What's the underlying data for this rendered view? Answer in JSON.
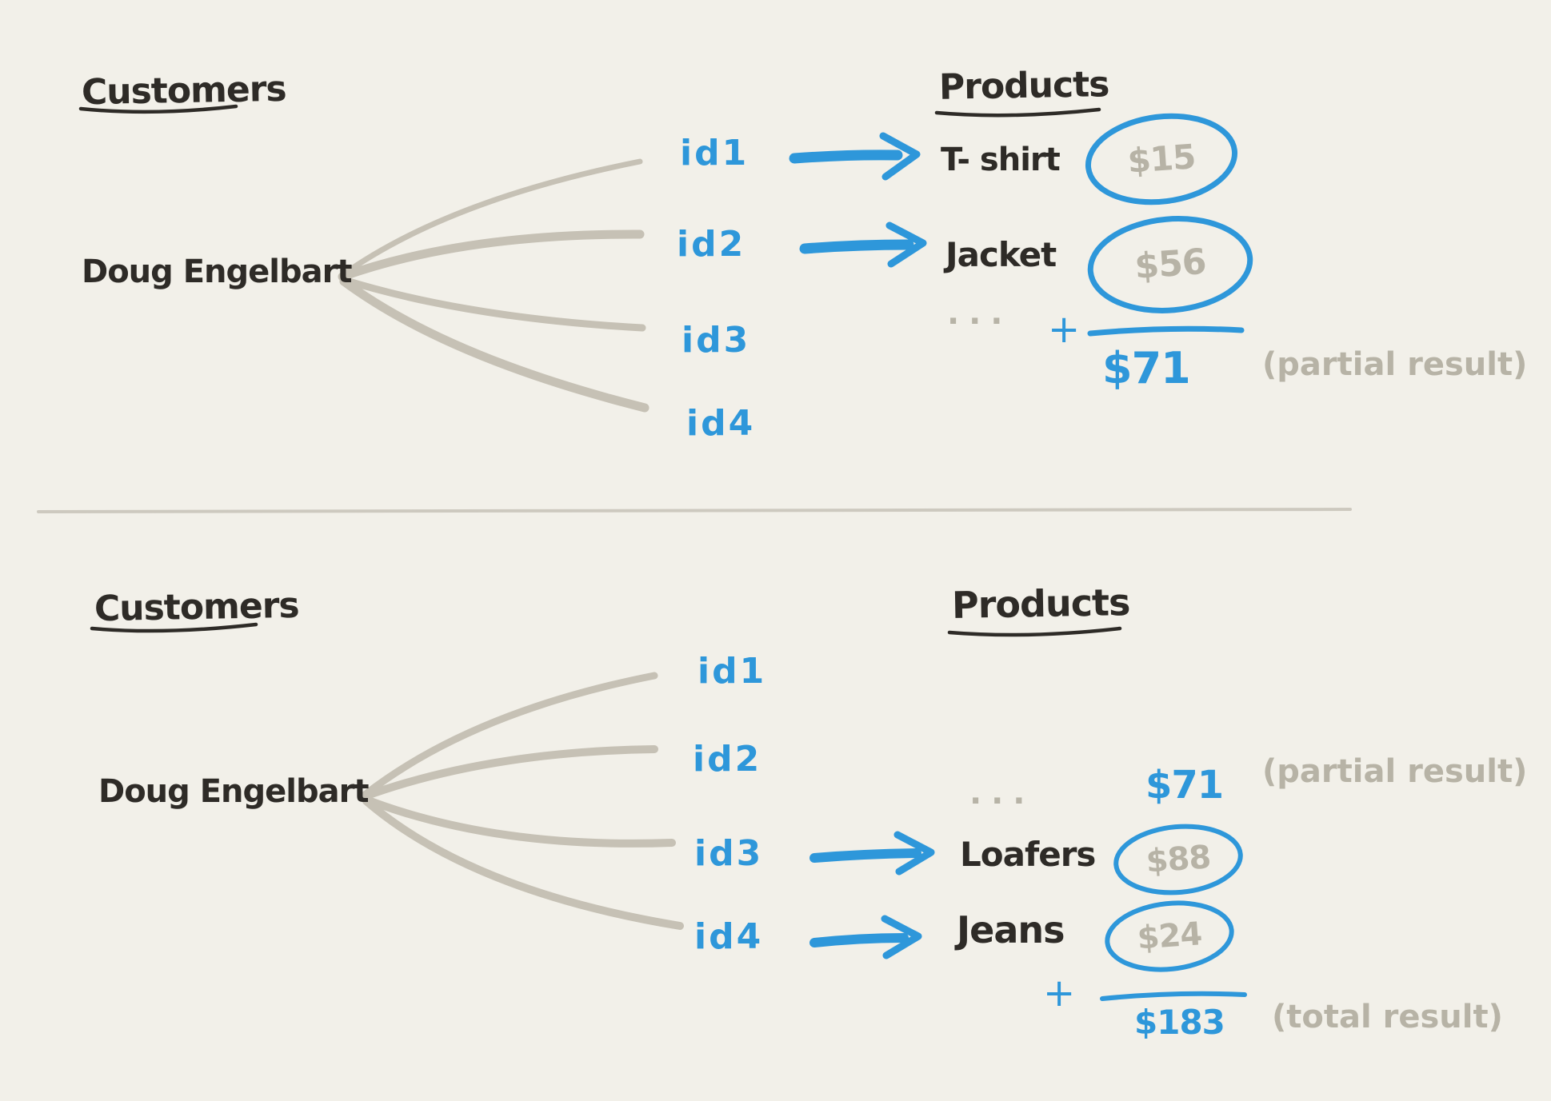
{
  "colors": {
    "background": "#f2f0e9",
    "ink": "#2e2b27",
    "accent_blue": "#2e97da",
    "muted_gray": "#b7b3a6",
    "branch_gray": "#c6c1b5"
  },
  "top_section": {
    "customers_heading": "Customers",
    "customer_name": "Doug Engelbart",
    "products_heading": "Products",
    "ids": [
      "id1",
      "id2",
      "id3",
      "id4"
    ],
    "mapped_products": [
      {
        "name": "T- shirt",
        "price": "$15"
      },
      {
        "name": "Jacket",
        "price": "$56"
      }
    ],
    "ellipsis": "· · ·",
    "plus_sign": "+",
    "sum_amount": "$71",
    "sum_note": "(partial result)"
  },
  "bottom_section": {
    "customers_heading": "Customers",
    "customer_name": "Doug Engelbart",
    "products_heading": "Products",
    "ids": [
      "id1",
      "id2",
      "id3",
      "id4"
    ],
    "carryover": {
      "ellipsis": "· · ·",
      "amount": "$71",
      "note": "(partial result)"
    },
    "mapped_products": [
      {
        "name": "Loafers",
        "price": "$88"
      },
      {
        "name": "Jeans",
        "price": "$24"
      }
    ],
    "plus_sign": "+",
    "sum_amount": "$183",
    "sum_note": "(total result)"
  }
}
